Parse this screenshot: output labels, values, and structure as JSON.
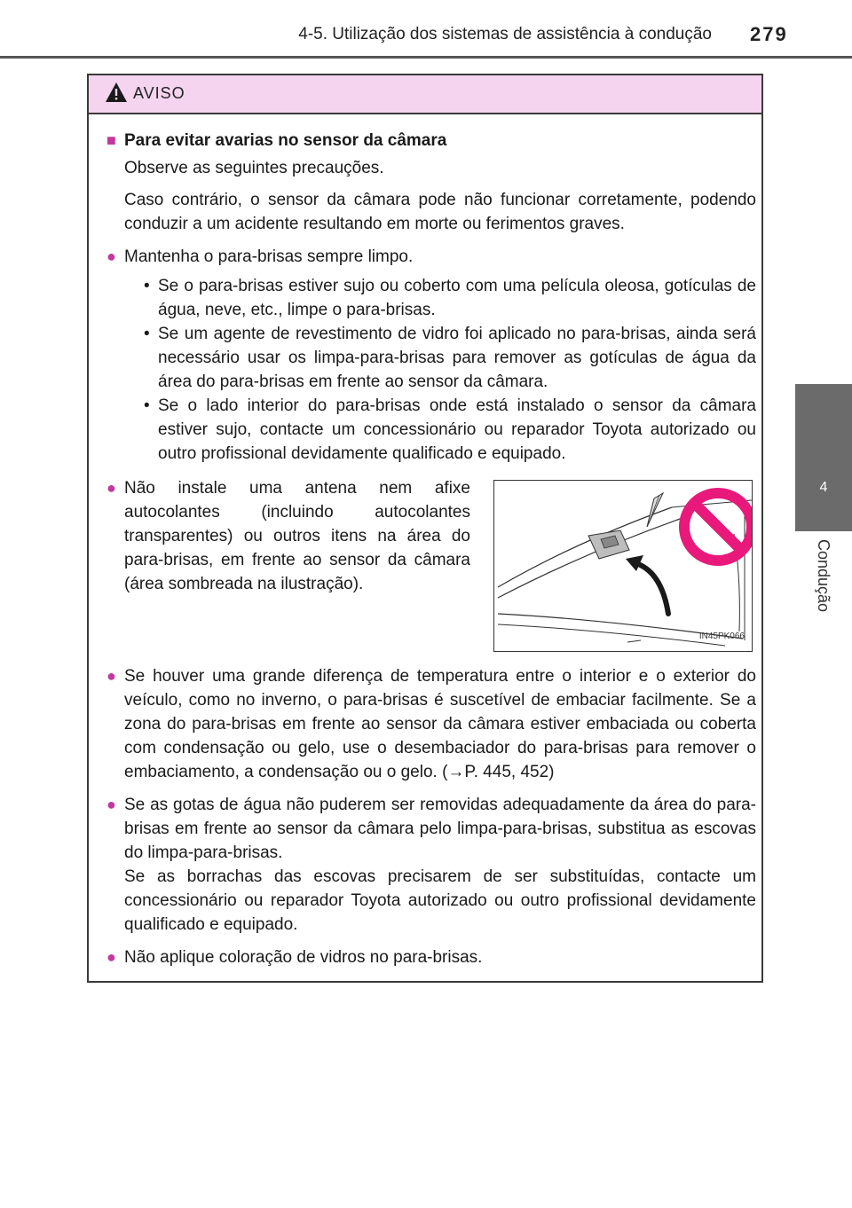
{
  "header": {
    "title": "4-5. Utilização dos sistemas de assistência à condução",
    "page_number": "279"
  },
  "side_tab": {
    "number": "4",
    "label": "Condução"
  },
  "warning": {
    "label": "AVISO",
    "heading": "Para evitar avarias no sensor da câmara",
    "intro1": "Observe as seguintes precauções.",
    "intro2": "Caso contrário, o sensor da câmara pode não funcionar corretamente, podendo conduzir a um acidente resultando em morte ou ferimentos graves.",
    "bullets": [
      "Mantenha o para-brisas sempre limpo.",
      "Não instale uma antena nem afixe autocolantes (incluindo autocolantes transparentes) ou outros itens na área do para-brisas, em frente ao sensor da câmara (área sombreada na ilustração).",
      "Se houver uma grande diferença de temperatura entre o interior e o exterior do veículo, como no inverno, o para-brisas é suscetível de embaciar facilmente. Se a zona do para-brisas em frente ao sensor da câmara estiver embaciada ou coberta com condensação ou gelo, use o desembaciador do para-brisas para remover o embaciamento, a condensação ou o gelo. (→P. 445, 452)",
      "Se as gotas de água não puderem ser removidas adequadamente da área do para-brisas em frente ao sensor da câmara pelo limpa-para-brisas, substitua as escovas do limpa-para-brisas.",
      "Não aplique coloração de vidros no para-brisas."
    ],
    "bullet4_extra": "Se as borrachas das escovas precisarem de ser substituídas, contacte um concessionário ou reparador Toyota autorizado ou outro profissional devidamente qualificado e equipado.",
    "sub_bullets": [
      "Se o para-brisas estiver sujo ou coberto com uma película oleosa, gotículas de água, neve, etc., limpe o para-brisas.",
      "Se um agente de revestimento de vidro foi aplicado no para-brisas, ainda será necessário usar os limpa-para-brisas para remover as gotículas de água da área do para-brisas em frente ao sensor da câmara.",
      "Se o lado interior do para-brisas onde está instalado o sensor da câmara estiver sujo, contacte um concessionário ou reparador Toyota autorizado ou outro profissional devidamente qualificado e equipado."
    ],
    "figure_code": "IN45PK066"
  },
  "colors": {
    "accent": "#c2399e",
    "header_bg": "#f5d4ef",
    "tab_bg": "#6b6b6b",
    "prohibit": "#e8197a"
  }
}
